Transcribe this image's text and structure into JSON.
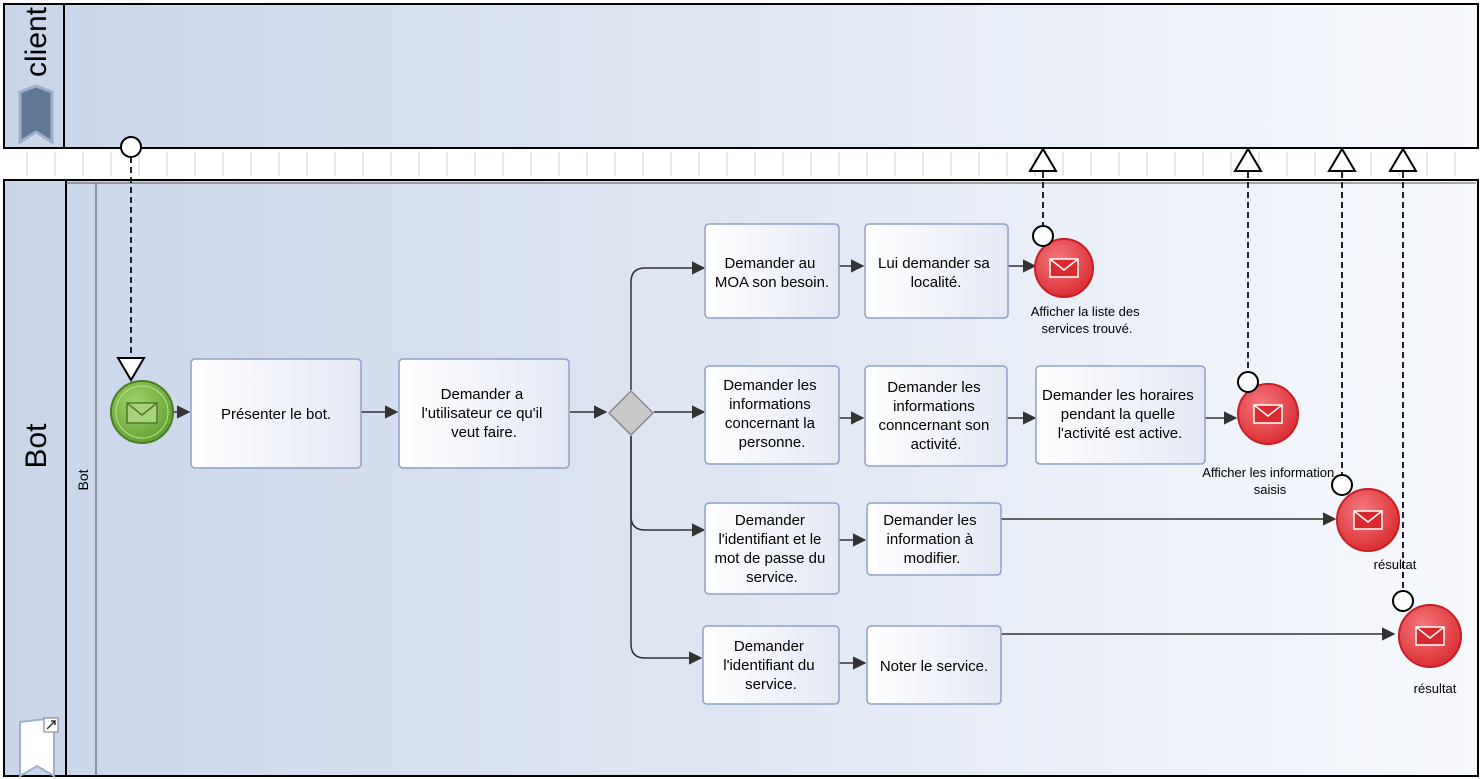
{
  "pools": {
    "client": {
      "label": "client"
    },
    "bot": {
      "label": "Bot",
      "lane_label": "Bot"
    }
  },
  "tasks": {
    "presenter": [
      "Présenter le bot."
    ],
    "demander_utilisateur": [
      "Demander a",
      "l'utilisateur ce qu'il",
      "veut faire."
    ],
    "moa_besoin": [
      "Demander au",
      "MOA son besoin."
    ],
    "localite": [
      "Lui demander sa",
      "localité."
    ],
    "info_personne": [
      "Demander les",
      "informations",
      "concernant la",
      "personne."
    ],
    "info_activite": [
      "Demander les",
      "informations",
      "conncernant son",
      "activité."
    ],
    "horaires": [
      "Demander les horaires",
      "pendant la quelle",
      "l'activité est active."
    ],
    "identifiant_mdp": [
      "Demander",
      "l'identifiant et le",
      "mot de passe du",
      "service."
    ],
    "info_modifier": [
      "Demander les",
      "information à",
      "modifier."
    ],
    "identifiant_service": [
      "Demander",
      "l'identifiant du",
      "service."
    ],
    "noter": [
      "Noter le service."
    ]
  },
  "events": {
    "end1": [
      "Afficher la liste des",
      "services trouvé."
    ],
    "end2": [
      "Afficher les information",
      "saisis"
    ],
    "end3": [
      "résultat"
    ],
    "end4": [
      "résultat"
    ]
  },
  "colors": {
    "pool_fill_dark": "#c9d5ea",
    "pool_fill_light": "#f7f9fd",
    "task_border": "#8fa1c7",
    "start_event": "#6fae3c",
    "end_event": "#e2363b",
    "gateway": "#c8c8c8"
  }
}
